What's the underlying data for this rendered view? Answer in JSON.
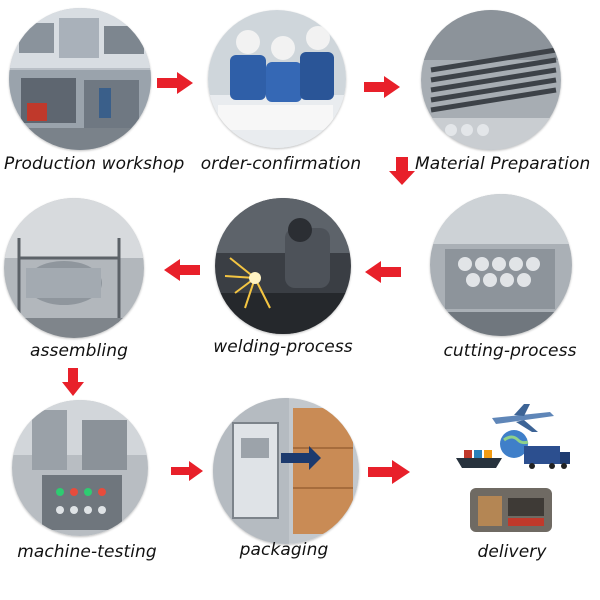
{
  "steps": [
    {
      "id": "production-workshop",
      "label": "Production workshop"
    },
    {
      "id": "order-confirmation",
      "label": "order-confirmation"
    },
    {
      "id": "material-preparation",
      "label": "Material Preparation"
    },
    {
      "id": "cutting-process",
      "label": "cutting-process"
    },
    {
      "id": "welding-process",
      "label": "welding-process"
    },
    {
      "id": "assembling",
      "label": "assembling"
    },
    {
      "id": "machine-testing",
      "label": "machine-testing"
    },
    {
      "id": "packaging",
      "label": "packaging"
    },
    {
      "id": "delivery",
      "label": "delivery"
    }
  ],
  "flow": [
    {
      "from": "production-workshop",
      "to": "order-confirmation",
      "direction": "right"
    },
    {
      "from": "order-confirmation",
      "to": "material-preparation",
      "direction": "right"
    },
    {
      "from": "material-preparation",
      "to": "cutting-process",
      "direction": "down"
    },
    {
      "from": "cutting-process",
      "to": "welding-process",
      "direction": "left"
    },
    {
      "from": "welding-process",
      "to": "assembling",
      "direction": "left"
    },
    {
      "from": "assembling",
      "to": "machine-testing",
      "direction": "down"
    },
    {
      "from": "machine-testing",
      "to": "packaging",
      "direction": "right"
    },
    {
      "from": "packaging",
      "to": "delivery",
      "direction": "right"
    }
  ],
  "colors": {
    "arrow": "#e8202a",
    "label": "#111111",
    "background": "#ffffff"
  }
}
